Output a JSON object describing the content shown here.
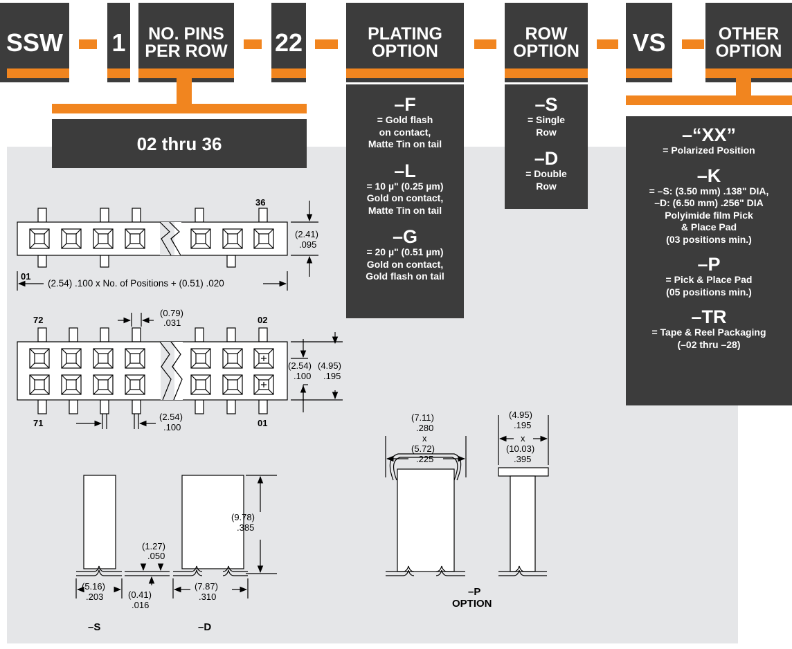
{
  "header": {
    "boxes": [
      "SSW",
      "1",
      "NO. PINS\nPER ROW",
      "22",
      "PLATING\nOPTION",
      "ROW\nOPTION",
      "VS",
      "OTHER\nOPTION"
    ]
  },
  "pins_range": "02 thru 36",
  "plating": [
    {
      "code": "–F",
      "desc": "= Gold flash\non contact,\nMatte Tin on tail"
    },
    {
      "code": "–L",
      "desc": "= 10 µ\" (0.25 µm)\nGold on contact,\nMatte Tin on tail"
    },
    {
      "code": "–G",
      "desc": "= 20 µ\" (0.51 µm)\nGold on contact,\nGold flash on tail"
    }
  ],
  "row": [
    {
      "code": "–S",
      "desc": "= Single\nRow"
    },
    {
      "code": "–D",
      "desc": "= Double\nRow"
    }
  ],
  "other": [
    {
      "code": "–“XX”",
      "desc": "= Polarized Position"
    },
    {
      "code": "–K",
      "desc": "= –S: (3.50 mm) .138\" DIA,\n–D: (6.50 mm) .256\" DIA\nPolyimide film Pick\n& Place Pad\n(03 positions min.)"
    },
    {
      "code": "–P",
      "desc": "= Pick & Place Pad\n(05 positions min.)"
    },
    {
      "code": "–TR",
      "desc": "= Tape & Reel Packaging\n(–02 thru –28)"
    }
  ],
  "drawing": {
    "single": {
      "pin_last": "36",
      "pin_first": "01",
      "h_mm": "(2.41)",
      "h_in": ".095",
      "length": "(2.54) .100 x No. of Positions + (0.51) .020"
    },
    "double": {
      "top_left": "72",
      "top_right": "02",
      "bottom_left": "71",
      "bottom_right": "01",
      "gap_mm": "(0.79)",
      "gap_in": ".031",
      "pitch_mm": "(2.54)",
      "pitch_in": ".100",
      "row_mm": "(2.54)",
      "row_in": ".100",
      "h_mm": "(4.95)",
      "h_in": ".195",
      "bot_mm": "(2.54)",
      "bot_in": ".100"
    },
    "side": {
      "height_mm": "(9.78)",
      "height_in": ".385",
      "lead_mm": "(1.27)",
      "lead_in": ".050",
      "s_width_mm": "(5.16)",
      "s_width_in": ".203",
      "thick_mm": "(0.41)",
      "thick_in": ".016",
      "d_width_mm": "(7.87)",
      "d_width_in": ".310",
      "label_s": "–S",
      "label_d": "–D"
    },
    "p_option": {
      "w1_mm": "(7.11)",
      "w1_in": ".280",
      "x": "x",
      "w2_mm": "(5.72)",
      "w2_in": ".225",
      "w3_mm": "(4.95)",
      "w3_in": ".195",
      "w4_mm": "(10.03)",
      "w4_in": ".395",
      "label_1": "–P",
      "label_2": "OPTION"
    }
  }
}
